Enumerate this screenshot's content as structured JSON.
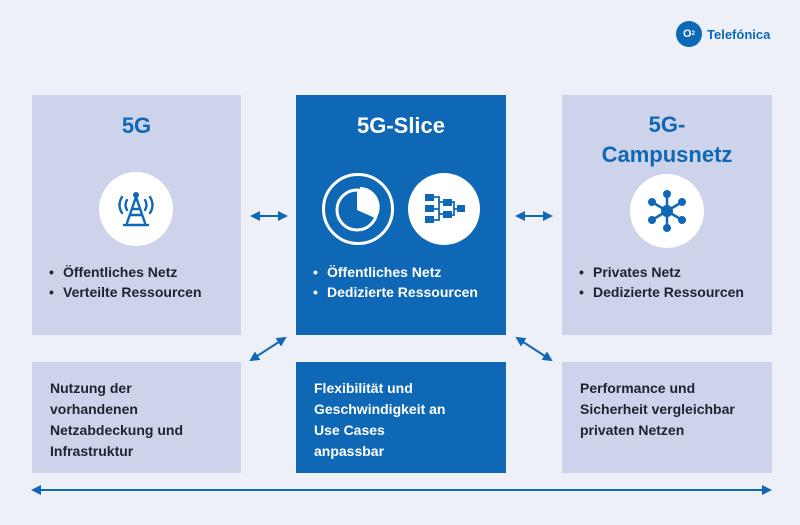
{
  "logo": {
    "badge": "O",
    "badge_sub": "2",
    "name": "Telefónica"
  },
  "columns": [
    {
      "title_lines": [
        "5G"
      ],
      "icon": "antenna-tower-icon",
      "bullets": [
        "Öffentliches Netz",
        "Verteilte Ressourcen"
      ],
      "bottom": "Nutzung der vorhandenen Netzabdeckung und Infrastruktur"
    },
    {
      "title_lines": [
        "5G-Slice"
      ],
      "icons": [
        "pie-chart-icon",
        "network-slice-icon"
      ],
      "bullets": [
        "Öffentliches Netz",
        "Dedizierte Ressourcen"
      ],
      "bottom": "Flexibilität und Geschwindigkeit an Use Cases anpassbar"
    },
    {
      "title_lines": [
        "5G-",
        "Campusnetz"
      ],
      "icon": "hub-network-icon",
      "bullets": [
        "Privates Netz",
        "Dedizierte Ressourcen"
      ],
      "bottom": "Performance und Sicherheit vergleichbar privaten Netzen"
    }
  ],
  "colors": {
    "accent": "#0f68b6",
    "light_box": "#ccd3ea",
    "background": "#eef0f7"
  }
}
